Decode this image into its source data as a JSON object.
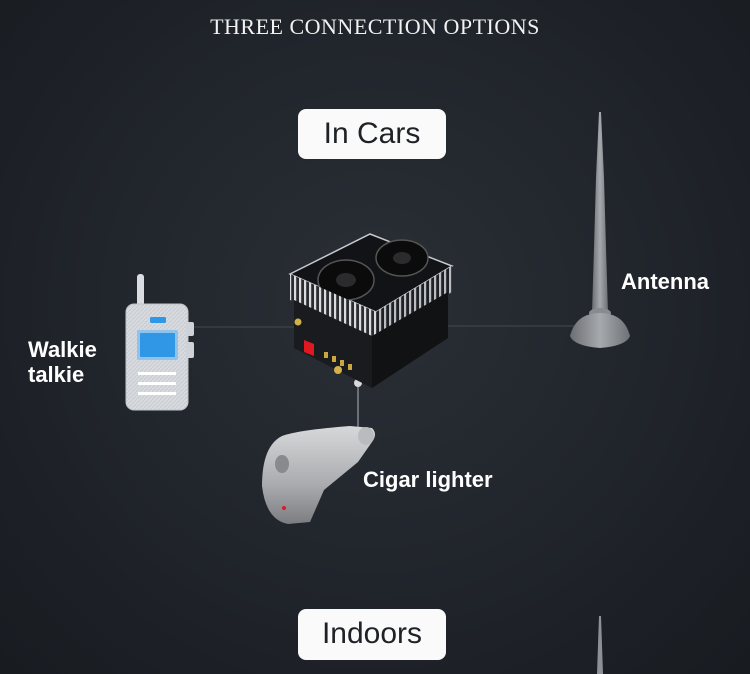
{
  "header": {
    "title": "THREE CONNECTION OPTIONS"
  },
  "sections": [
    {
      "label": "In Cars"
    },
    {
      "label": "Indoors"
    }
  ],
  "devices": {
    "walkie_talkie": {
      "line1": "Walkie",
      "line2": "talkie",
      "icon": "walkie-talkie-icon"
    },
    "antenna": {
      "label": "Antenna",
      "icon": "antenna-icon"
    },
    "cigar_lighter": {
      "label": "Cigar lighter",
      "icon": "cigar-lighter-icon"
    },
    "booster": {
      "icon": "signal-booster-icon"
    }
  },
  "colors": {
    "background": "#20242b",
    "pill": "#fafafa",
    "walkie_screen": "#2f97e6",
    "power_switch": "#e01822"
  }
}
